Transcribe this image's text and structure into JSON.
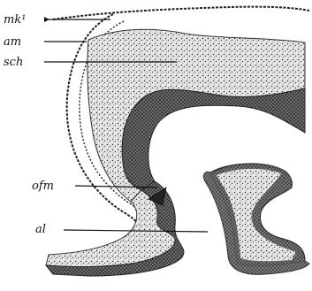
{
  "figure": {
    "labels": {
      "mk1": "mk¹",
      "am": "am",
      "sch": "sch",
      "ofm": "ofm",
      "al": "al"
    }
  },
  "colors": {
    "ink": "#111111",
    "tissue_light": "#d9d9d9",
    "tissue_dark": "#555555",
    "background": "#ffffff"
  }
}
